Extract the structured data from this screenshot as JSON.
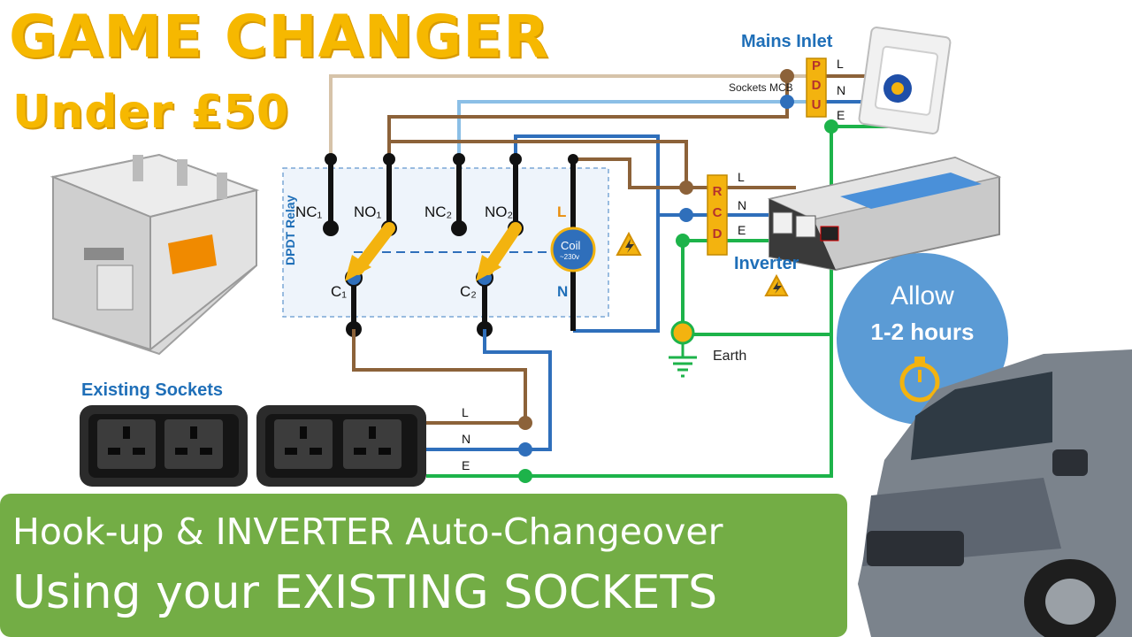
{
  "title": {
    "line1": "GAME CHANGER",
    "line2": "Under £50"
  },
  "banner": {
    "line1": "Hook-up & INVERTER Auto-Changeover",
    "line2": "Using your EXISTING SOCKETS"
  },
  "labels": {
    "mains_inlet": "Mains Inlet",
    "sockets_mcb": "Sockets MCB",
    "existing_sockets": "Existing Sockets",
    "inverter": "Inverter",
    "earth": "Earth",
    "dpdt_relay": "DPDT Relay",
    "coil": "Coil",
    "coil_voltage": "~230v"
  },
  "relay_terminals": {
    "nc1": "NC₁",
    "no1": "NO₁",
    "nc2": "NC₂",
    "no2": "NO₂",
    "c1": "C₁",
    "c2": "C₂",
    "coil_l": "L",
    "coil_n": "N"
  },
  "pdu": {
    "letters": [
      "P",
      "D",
      "U"
    ]
  },
  "rcd": {
    "letters": [
      "R",
      "C",
      "D"
    ]
  },
  "wires": {
    "l": "L",
    "n": "N",
    "e": "E"
  },
  "time_badge": {
    "allow": "Allow",
    "hours": "1-2 hours"
  },
  "colors": {
    "live": "#8c6239",
    "neutral": "#2f6fbb",
    "earth": "#1db34a",
    "mains_feed": "#d6c3a9",
    "neutral_feed": "#8bbfe6",
    "headline": "#f6b800",
    "banner": "#73ad45",
    "badge": "#5b9bd5",
    "arrow": "#f3b30f"
  },
  "icons": [
    "relay-photo",
    "inlet-photo",
    "inverter-photo",
    "socket-photo",
    "van-photo",
    "warning-icon",
    "stopwatch-icon",
    "earth-ground-icon"
  ]
}
